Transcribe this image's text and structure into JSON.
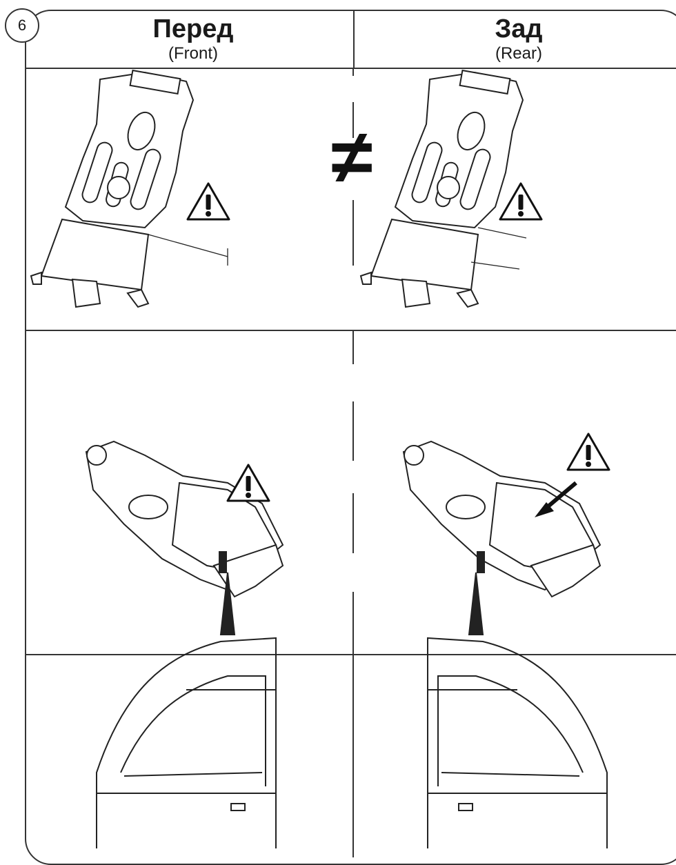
{
  "step_number": "6",
  "columns": [
    {
      "title": "Перед",
      "subtitle": "(Front)"
    },
    {
      "title": "Зад",
      "subtitle": "(Rear)"
    }
  ],
  "not_equal_symbol": "≠",
  "icons": [
    "warning-icon",
    "arrow-icon"
  ]
}
